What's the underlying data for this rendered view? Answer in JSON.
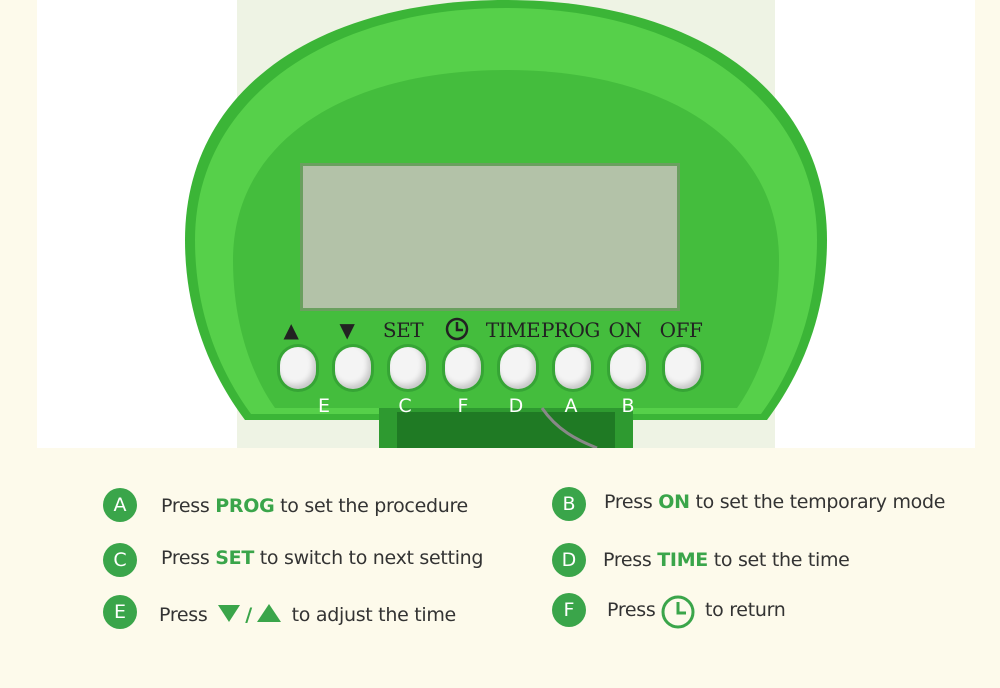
{
  "device": {
    "buttons": [
      {
        "label": "▲",
        "letter": "E"
      },
      {
        "label": "▼",
        "letter": ""
      },
      {
        "label": "SET",
        "letter": "C"
      },
      {
        "label": "",
        "letter": "F"
      },
      {
        "label": "TIME",
        "letter": "D"
      },
      {
        "label": "PROG",
        "letter": "A"
      },
      {
        "label": "ON",
        "letter": "B"
      },
      {
        "label": "OFF",
        "letter": ""
      }
    ]
  },
  "legend": {
    "a": {
      "badge": "A",
      "pre": "Press",
      "kw": "PROG",
      "post": "to set the procedure"
    },
    "b": {
      "badge": "B",
      "pre": "Press",
      "kw": "ON",
      "post": "to set the temporary mode"
    },
    "c": {
      "badge": "C",
      "pre": "Press",
      "kw": "SET",
      "post": "to switch to next setting"
    },
    "d": {
      "badge": "D",
      "pre": "Press",
      "kw": "TIME",
      "post": "to set the time"
    },
    "e": {
      "badge": "E",
      "pre": "Press",
      "slash": "/",
      "post": "to adjust the time"
    },
    "f": {
      "badge": "F",
      "pre": "Press",
      "post": "to return"
    }
  },
  "colors": {
    "accent": "#3aa54a",
    "device_green": "#46c43a",
    "background": "#fdfaeb"
  }
}
